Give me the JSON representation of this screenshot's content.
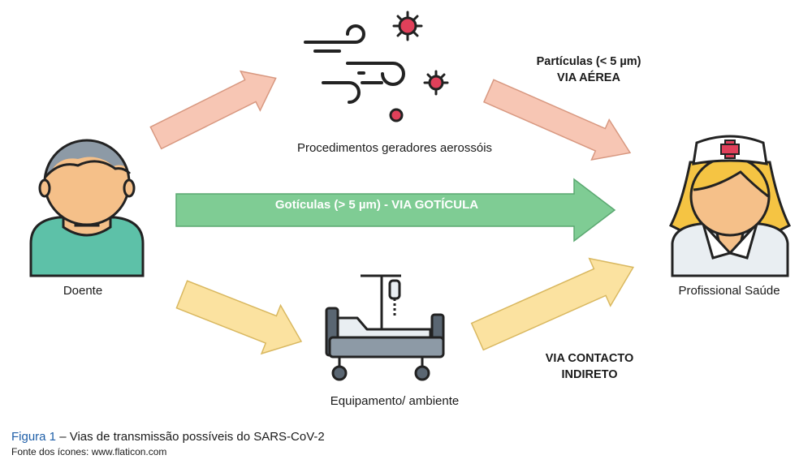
{
  "nodes": {
    "patient": "Doente",
    "professional": "Profissional Saúde",
    "aerosol": "Procedimentos geradores aerossóis",
    "equipment": "Equipamento/ ambiente"
  },
  "routes": {
    "airborne_line1": "Partículas (< 5 µm)",
    "airborne_line2": "VIA AÉREA",
    "droplet": "Gotículas (> 5 µm) -  VIA GOTÍCULA",
    "contact_line1": "VIA CONTACTO",
    "contact_line2": "INDIRETO"
  },
  "caption": {
    "figure": "Figura 1",
    "text": " – Vias de transmissão possíveis do SARS-CoV-2",
    "source": "Fonte dos ícones: www.flaticon.com"
  },
  "colors": {
    "airborne_arrow": "#f7c6b4",
    "droplet_arrow": "#7fcc94",
    "contact_arrow": "#fbe2a0",
    "virus": "#e0405a",
    "patient_shirt": "#5dc1a8",
    "nurse_hair": "#f5c443"
  },
  "icons": [
    "patient-icon",
    "nurse-icon",
    "aerosol-icon",
    "hospital-bed-icon"
  ]
}
